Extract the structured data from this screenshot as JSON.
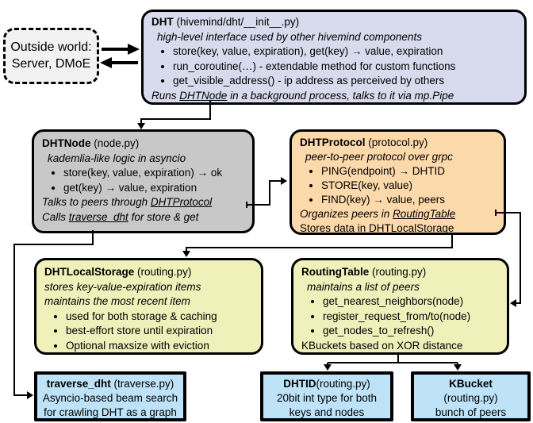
{
  "colors": {
    "dht_box": "#d8daed",
    "dhtnode_box": "#c8c8c8",
    "dhtprotocol_box": "#fcd9ab",
    "storage_and_routing_boxes": "#eff0ba",
    "bottom_boxes": "#bee3f8",
    "outside_box": "#f2f2f2",
    "border_and_arrows": "#000000"
  },
  "outside": {
    "line1": "Outside world:",
    "line2": "Server, DMoE"
  },
  "dht": {
    "title": "DHT",
    "title_suffix": " (hivemind/dht/__init__.py)",
    "tagline": "high-level interface used by other hivemind components",
    "bullets": [
      "store(key, value, expiration), get(key) →  value, expiration",
      "run_coroutine(…) - extendable method for custom functions",
      "get_visible_address() - ip address as perceived by others"
    ],
    "footer_pre": "Runs ",
    "footer_link": "DHTNode",
    "footer_post": " in a background process, talks to it via mp.Pipe"
  },
  "dhtnode": {
    "title": "DHTNode",
    "title_suffix": " (node.py)",
    "tagline": "kademlia-like logic in asyncio",
    "bullets": [
      "store(key, value, expiration) → ok",
      "get(key) → value, expiration"
    ],
    "line1_pre": "Talks to peers through ",
    "line1_link": "DHTProtocol",
    "line2_pre": "Calls ",
    "line2_link": "traverse_dht",
    "line2_post": " for store & get"
  },
  "dhtprotocol": {
    "title": "DHTProtocol",
    "title_suffix": " (protocol.py)",
    "tagline": "peer-to-peer protocol over grpc",
    "bullets": [
      "PING(endpoint) → DHTID",
      "STORE(key, value)",
      "FIND(key)  →  value, peers"
    ],
    "line1_pre": "Organizes peers in ",
    "line1_link": "RoutingTable",
    "line2_pre": "Stores data in DHT",
    "line2_link": "LocalStorage"
  },
  "localstorage": {
    "title": "DHTLocalStorage",
    "title_suffix": " (routing.py)",
    "tagline1": "stores key-value-expiration items",
    "tagline2": "maintains the most recent item",
    "bullets": [
      "used for both storage & caching",
      "best-effort store until expiration",
      "Optional maxsize with eviction"
    ]
  },
  "routingtable": {
    "title": "RoutingTable",
    "title_suffix": " (routing.py)",
    "tagline": "maintains a list of peers",
    "bullets": [
      "get_nearest_neighbors(node)",
      "register_request_from/to(node)",
      "get_nodes_to_refresh()"
    ],
    "footer": "KBuckets based on XOR distance"
  },
  "traverse": {
    "title": "traverse_dht",
    "title_suffix": " (traverse.py)",
    "line1": "Asyncio-based beam search",
    "line2": "for crawling DHT as a graph"
  },
  "dhtid": {
    "title": "DHTID",
    "title_suffix": "(routing.py)",
    "line1": "20bit int type for both",
    "line2": "keys and nodes"
  },
  "kbucket": {
    "title": "KBucket",
    "line1": "(routing.py)",
    "line2": "bunch of peers"
  }
}
